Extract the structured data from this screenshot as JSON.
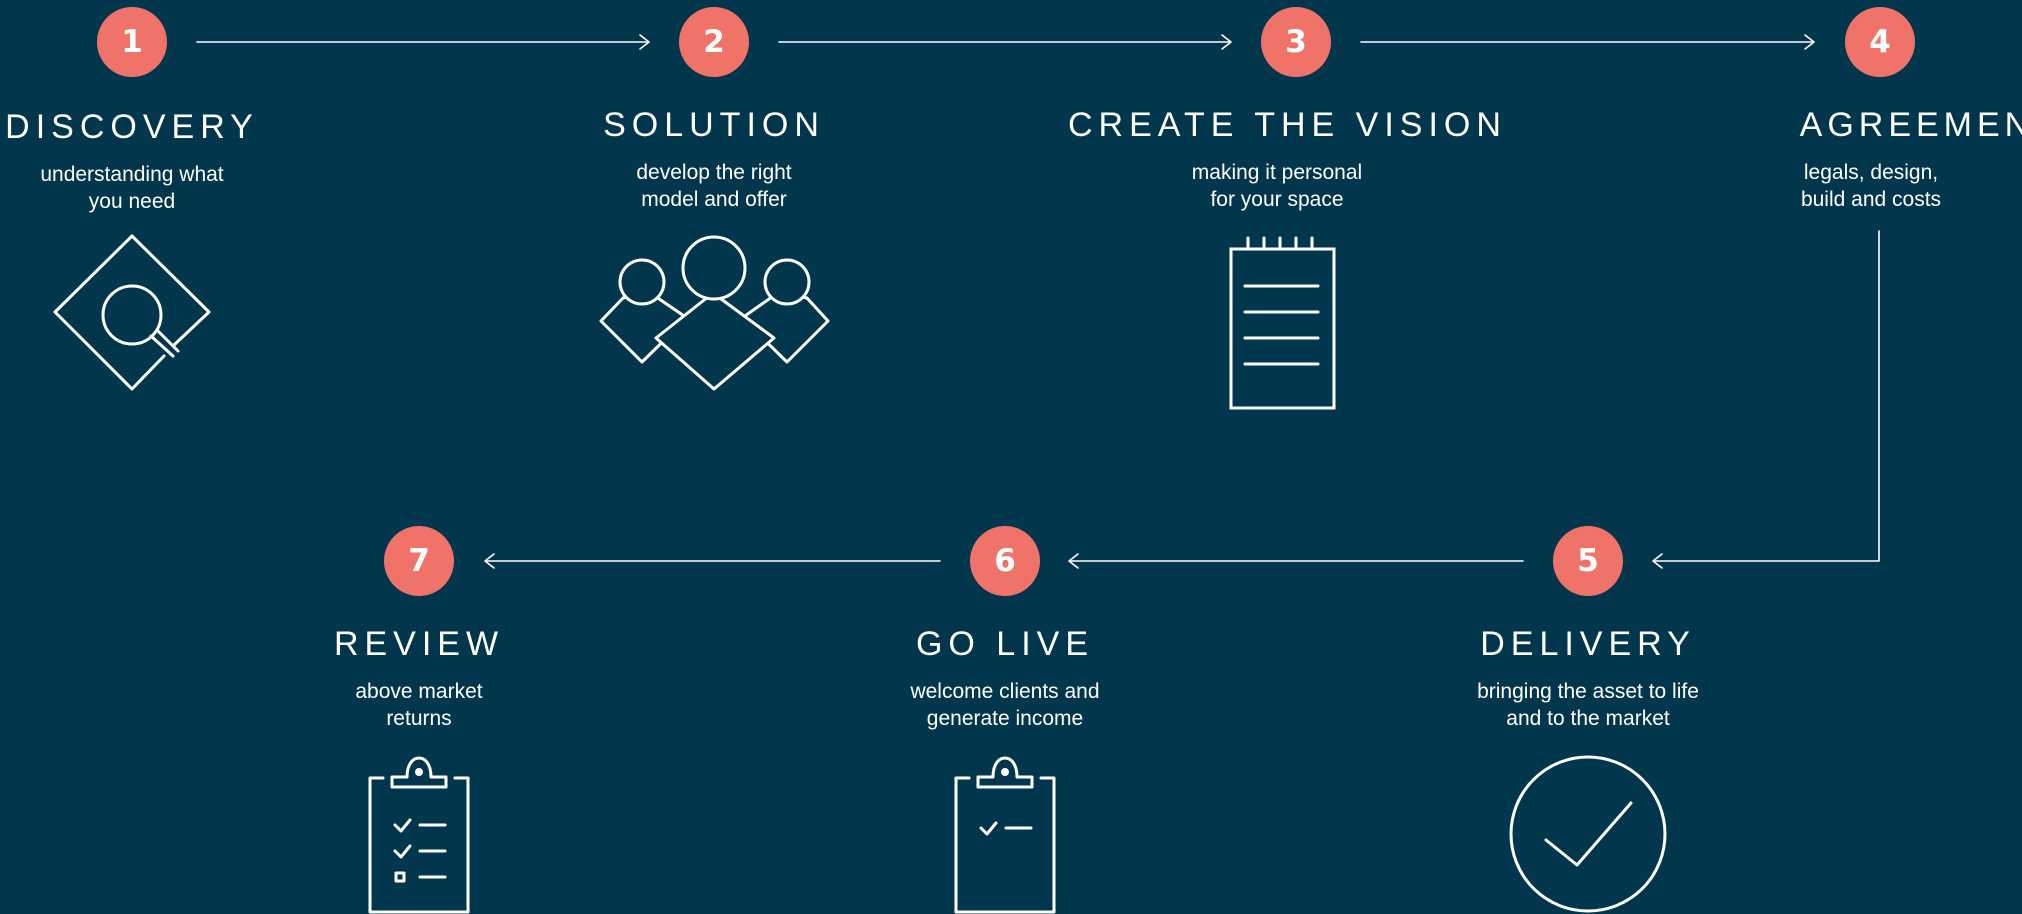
{
  "colors": {
    "background": "#02364c",
    "accent": "#f0736a",
    "foreground": "#ffffff"
  },
  "steps": [
    {
      "number": "1",
      "title": "DISCOVERY",
      "desc_line1": "understanding what",
      "desc_line2": "you need",
      "icon": "diamond-magnifier-icon"
    },
    {
      "number": "2",
      "title": "SOLUTION",
      "desc_line1": "develop the right",
      "desc_line2": "model and offer",
      "icon": "group-people-icon"
    },
    {
      "number": "3",
      "title": "CREATE THE VISION",
      "desc_line1": "making it personal",
      "desc_line2": "for your space",
      "icon": "notepad-icon"
    },
    {
      "number": "4",
      "title": "AGREEMENT",
      "desc_line1": "legals, design,",
      "desc_line2": "build and costs",
      "icon": ""
    },
    {
      "number": "5",
      "title": "DELIVERY",
      "desc_line1": "bringing the asset to life",
      "desc_line2": "and to the market",
      "icon": "circle-checkmark-icon"
    },
    {
      "number": "6",
      "title": "GO LIVE",
      "desc_line1": "welcome clients and",
      "desc_line2": "generate income",
      "icon": "clipboard-single-check-icon"
    },
    {
      "number": "7",
      "title": "REVIEW",
      "desc_line1": "above market",
      "desc_line2": "returns",
      "icon": "clipboard-checklist-icon"
    }
  ]
}
